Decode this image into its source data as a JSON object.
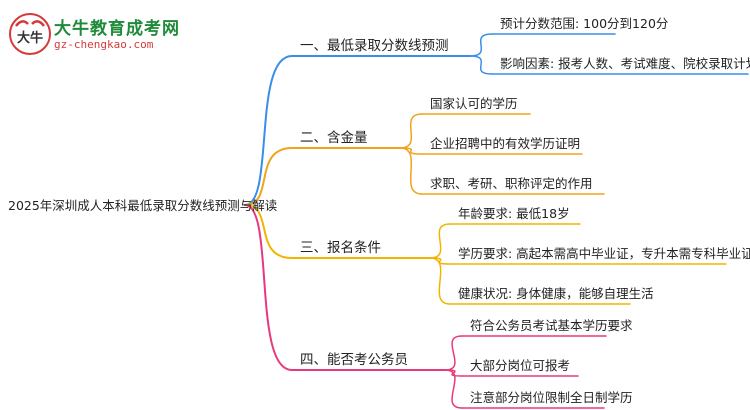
{
  "logo": {
    "title": "大牛教育成考网",
    "url": "gz-chengkao.com",
    "emblem_text": "大牛"
  },
  "root": {
    "label": "2025年深圳成人本科最低录取分数线预测与解读"
  },
  "branches": [
    {
      "label": "一、最低录取分数线预测",
      "color": "#3b8ee8",
      "children": [
        "预计分数范围: 100分到120分",
        "影响因素: 报考人数、考试难度、院校录取计划"
      ]
    },
    {
      "label": "二、含金量",
      "color": "#f0a31c",
      "children": [
        "国家认可的学历",
        "企业招聘中的有效学历证明",
        "求职、考研、职称评定的作用"
      ]
    },
    {
      "label": "三、报名条件",
      "color": "#f3b400",
      "children": [
        "年龄要求: 最低18岁",
        "学历要求: 高起本需高中毕业证，专升本需专科毕业证",
        "健康状况: 身体健康，能够自理生活"
      ]
    },
    {
      "label": "四、能否考公务员",
      "color": "#e8387e",
      "children": [
        "符合公务员考试基本学历要求",
        "大部分岗位可报考",
        "注意部分岗位限制全日制学历"
      ]
    }
  ]
}
